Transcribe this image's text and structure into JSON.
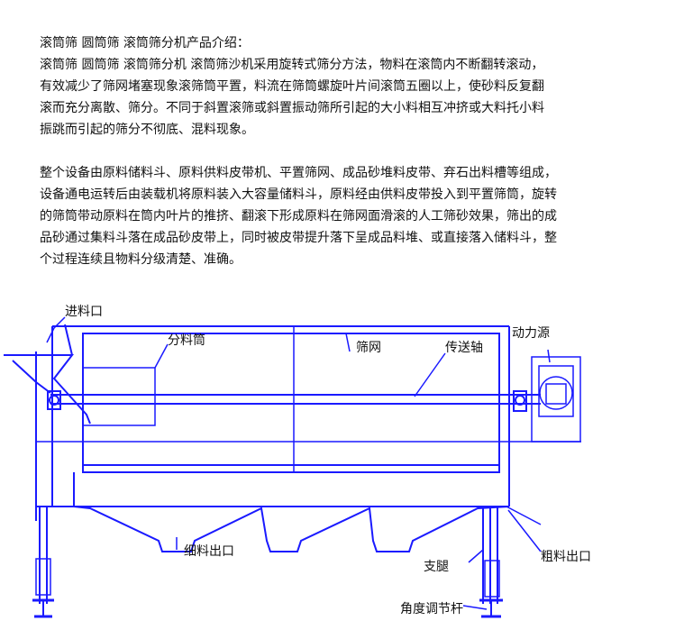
{
  "intro": {
    "lines": [
      "滚筒筛 圆筒筛 滚筒筛分机产品介绍：",
      "滚筒筛 圆筒筛 滚筒筛分机   滚筒筛沙机采用旋转式筛分方法，物料在滚筒内不断翻转滚动，",
      "有效减少了筛网堵塞现象滚筛筒平置，料流在筛筒螺旋叶片间滚筒五圈以上，使砂料反复翻",
      "滚而充分离散、筛分。不同于斜置滚筛或斜置振动筛所引起的大小料相互冲挤或大料托小料",
      " 振跳而引起的筛分不彻底、混料现象。"
    ]
  },
  "structure": {
    "lines": [
      " 整个设备由原料储料斗、原料供料皮带机、平置筛网、成品砂堆料皮带、弃石出料槽等组成，",
      "设备通电运转后由装载机将原料装入大容量储料斗，原料经由供料皮带投入到平置筛筒，旋转",
      "的筛筒带动原料在筒内叶片的推挤、翻滚下形成原料在筛网面滑滚的人工筛砂效果，筛出的成",
      "品砂通过集料斗落在成品砂皮带上，同时被皮带提升落下呈成品料堆、或直接落入储料斗，整",
      "个过程连续且物料分级清楚、准确。"
    ]
  },
  "diagram": {
    "line_color": "#1a1aff",
    "labels": {
      "inlet": "进料口",
      "drum": "分料筒",
      "screen": "筛网",
      "shaft": "传送轴",
      "power": "动力源",
      "fine_outlet": "细料出口",
      "support_leg": "支腿",
      "coarse_outlet": "粗料出口",
      "angle_rod": "角度调节杆"
    }
  }
}
